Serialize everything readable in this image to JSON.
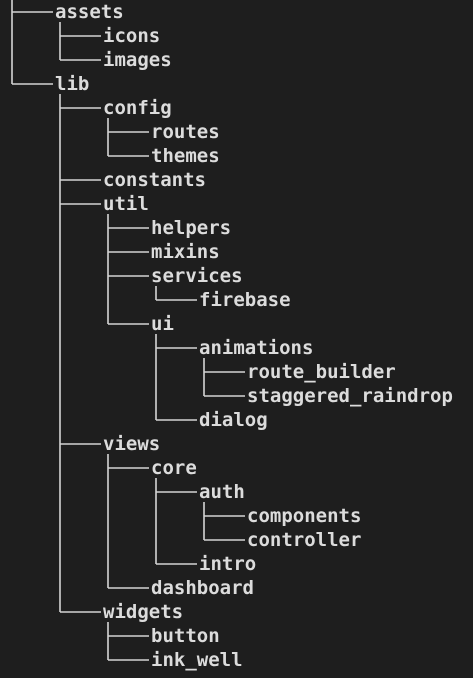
{
  "colors": {
    "background": "#1e1e1e",
    "text": "#dcdcdc",
    "lines": "#d4d4d4"
  },
  "tree": [
    {
      "name": "assets",
      "children": [
        {
          "name": "icons"
        },
        {
          "name": "images"
        }
      ]
    },
    {
      "name": "lib",
      "children": [
        {
          "name": "config",
          "children": [
            {
              "name": "routes"
            },
            {
              "name": "themes"
            }
          ]
        },
        {
          "name": "constants"
        },
        {
          "name": "util",
          "children": [
            {
              "name": "helpers"
            },
            {
              "name": "mixins"
            },
            {
              "name": "services",
              "children": [
                {
                  "name": "firebase"
                }
              ]
            },
            {
              "name": "ui",
              "children": [
                {
                  "name": "animations",
                  "children": [
                    {
                      "name": "route_builder"
                    },
                    {
                      "name": "staggered_raindrop"
                    }
                  ]
                },
                {
                  "name": "dialog"
                }
              ]
            }
          ]
        },
        {
          "name": "views",
          "children": [
            {
              "name": "core",
              "children": [
                {
                  "name": "auth",
                  "children": [
                    {
                      "name": "components"
                    },
                    {
                      "name": "controller"
                    }
                  ]
                },
                {
                  "name": "intro"
                }
              ]
            },
            {
              "name": "dashboard"
            }
          ]
        },
        {
          "name": "widgets",
          "children": [
            {
              "name": "button"
            },
            {
              "name": "ink_well"
            }
          ]
        }
      ]
    }
  ]
}
